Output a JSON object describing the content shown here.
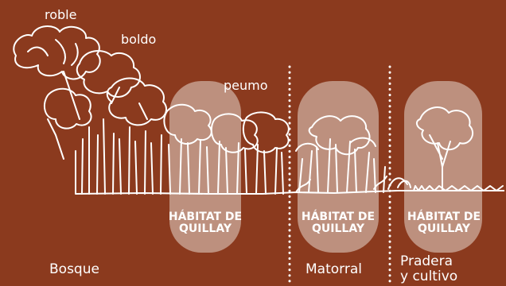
{
  "tree_labels": {
    "roble": "roble",
    "boldo": "boldo",
    "peumo": "peumo"
  },
  "zones": {
    "bosque": "Bosque",
    "matorral": "Matorral",
    "pradera_line1": "Pradera",
    "pradera_line2": "y cultivo"
  },
  "habitats": [
    {
      "line1": "HÁBITAT DE",
      "line2": "QUILLAY"
    },
    {
      "line1": "HÁBITAT DE",
      "line2": "QUILLAY"
    },
    {
      "line1": "HÁBITAT DE",
      "line2": "QUILLAY"
    }
  ],
  "colors": {
    "background": "#8B3A1E",
    "foreground": "#FFFFFF",
    "habitat_fill": "#E8D7CE"
  }
}
